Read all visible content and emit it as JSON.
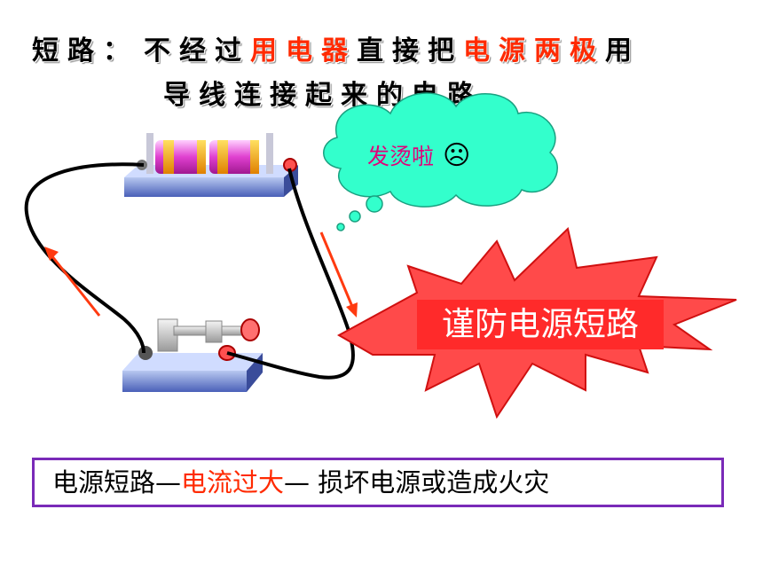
{
  "definition": {
    "term": "短路：",
    "line1_a": "不经过",
    "line1_b": "用电器",
    "line1_c": "直接把",
    "line1_d": "电源两极",
    "line1_e": "用",
    "line2": "导线连接起来的电路"
  },
  "thought_bubble": {
    "text": "发烫啦",
    "face": "☹",
    "color": "#e0007a",
    "fill": "#33ffcc"
  },
  "warning": {
    "text": "谨防电源短路",
    "color": "#ff2a2a"
  },
  "conclusion": {
    "part1": "电源短路—",
    "part2": "电流过大",
    "part3": "— 损坏电源或造成火灾",
    "border_color": "#7a2ab8"
  },
  "colors": {
    "accent_red": "#ff2a00",
    "arrow": "#ff3a10",
    "base": "#5a74c8"
  },
  "icons": [
    "battery-holder-icon",
    "knife-switch-icon",
    "current-arrow-icon",
    "sad-face-icon",
    "explosion-icon"
  ]
}
